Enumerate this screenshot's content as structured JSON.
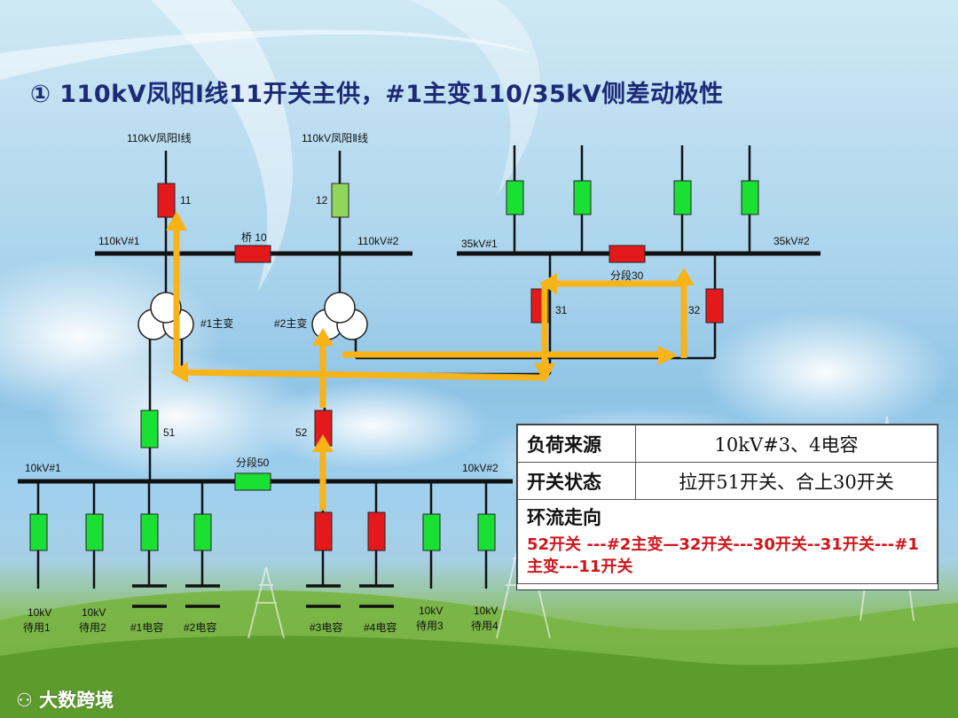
{
  "title": "① 110kV凤阳Ⅰ线11开关主供，#1主变110/35kV侧差动极性",
  "labels": {
    "line1": "110kV凤阳Ⅰ线",
    "line2": "110kV凤阳Ⅱ线",
    "sw11": "11",
    "sw12": "12",
    "bus110_1": "110kV#1",
    "bus110_2": "110kV#2",
    "bridge10": "桥 10",
    "bus35_1": "35kV#1",
    "bus35_2": "35kV#2",
    "seg30": "分段30",
    "sw31": "31",
    "sw32": "32",
    "tr1": "#1主变",
    "tr2": "#2主变",
    "sw51": "51",
    "sw52": "52",
    "bus10_1": "10kV#1",
    "bus10_2": "10kV#2",
    "seg50": "分段50",
    "feeders": [
      {
        "line1": "10kV",
        "line2": "待用1"
      },
      {
        "line1": "10kV",
        "line2": "待用2"
      },
      {
        "line1": "",
        "line2": "#1电容"
      },
      {
        "line1": "",
        "line2": "#2电容"
      },
      {
        "line1": "",
        "line2": "#3电容"
      },
      {
        "line1": "",
        "line2": "#4电容"
      },
      {
        "line1": "10kV",
        "line2": "待用3"
      },
      {
        "line1": "10kV",
        "line2": "待用4"
      }
    ]
  },
  "info": {
    "source_key": "负荷来源",
    "source_val": "10kV#3、4电容",
    "status_key": "开关状态",
    "status_val": "拉开51开关、合上30开关",
    "flow_key": "环流走向",
    "flow_val": "52开关 ---#2主变—32开关---30开关--31开关---#1主变---11开关"
  },
  "logo": "大数跨境",
  "colors": {
    "closed": "#e3191b",
    "open": "#19e033",
    "open_light": "#8fd65a",
    "flow": "#f7b318",
    "title": "#1d2a78"
  }
}
